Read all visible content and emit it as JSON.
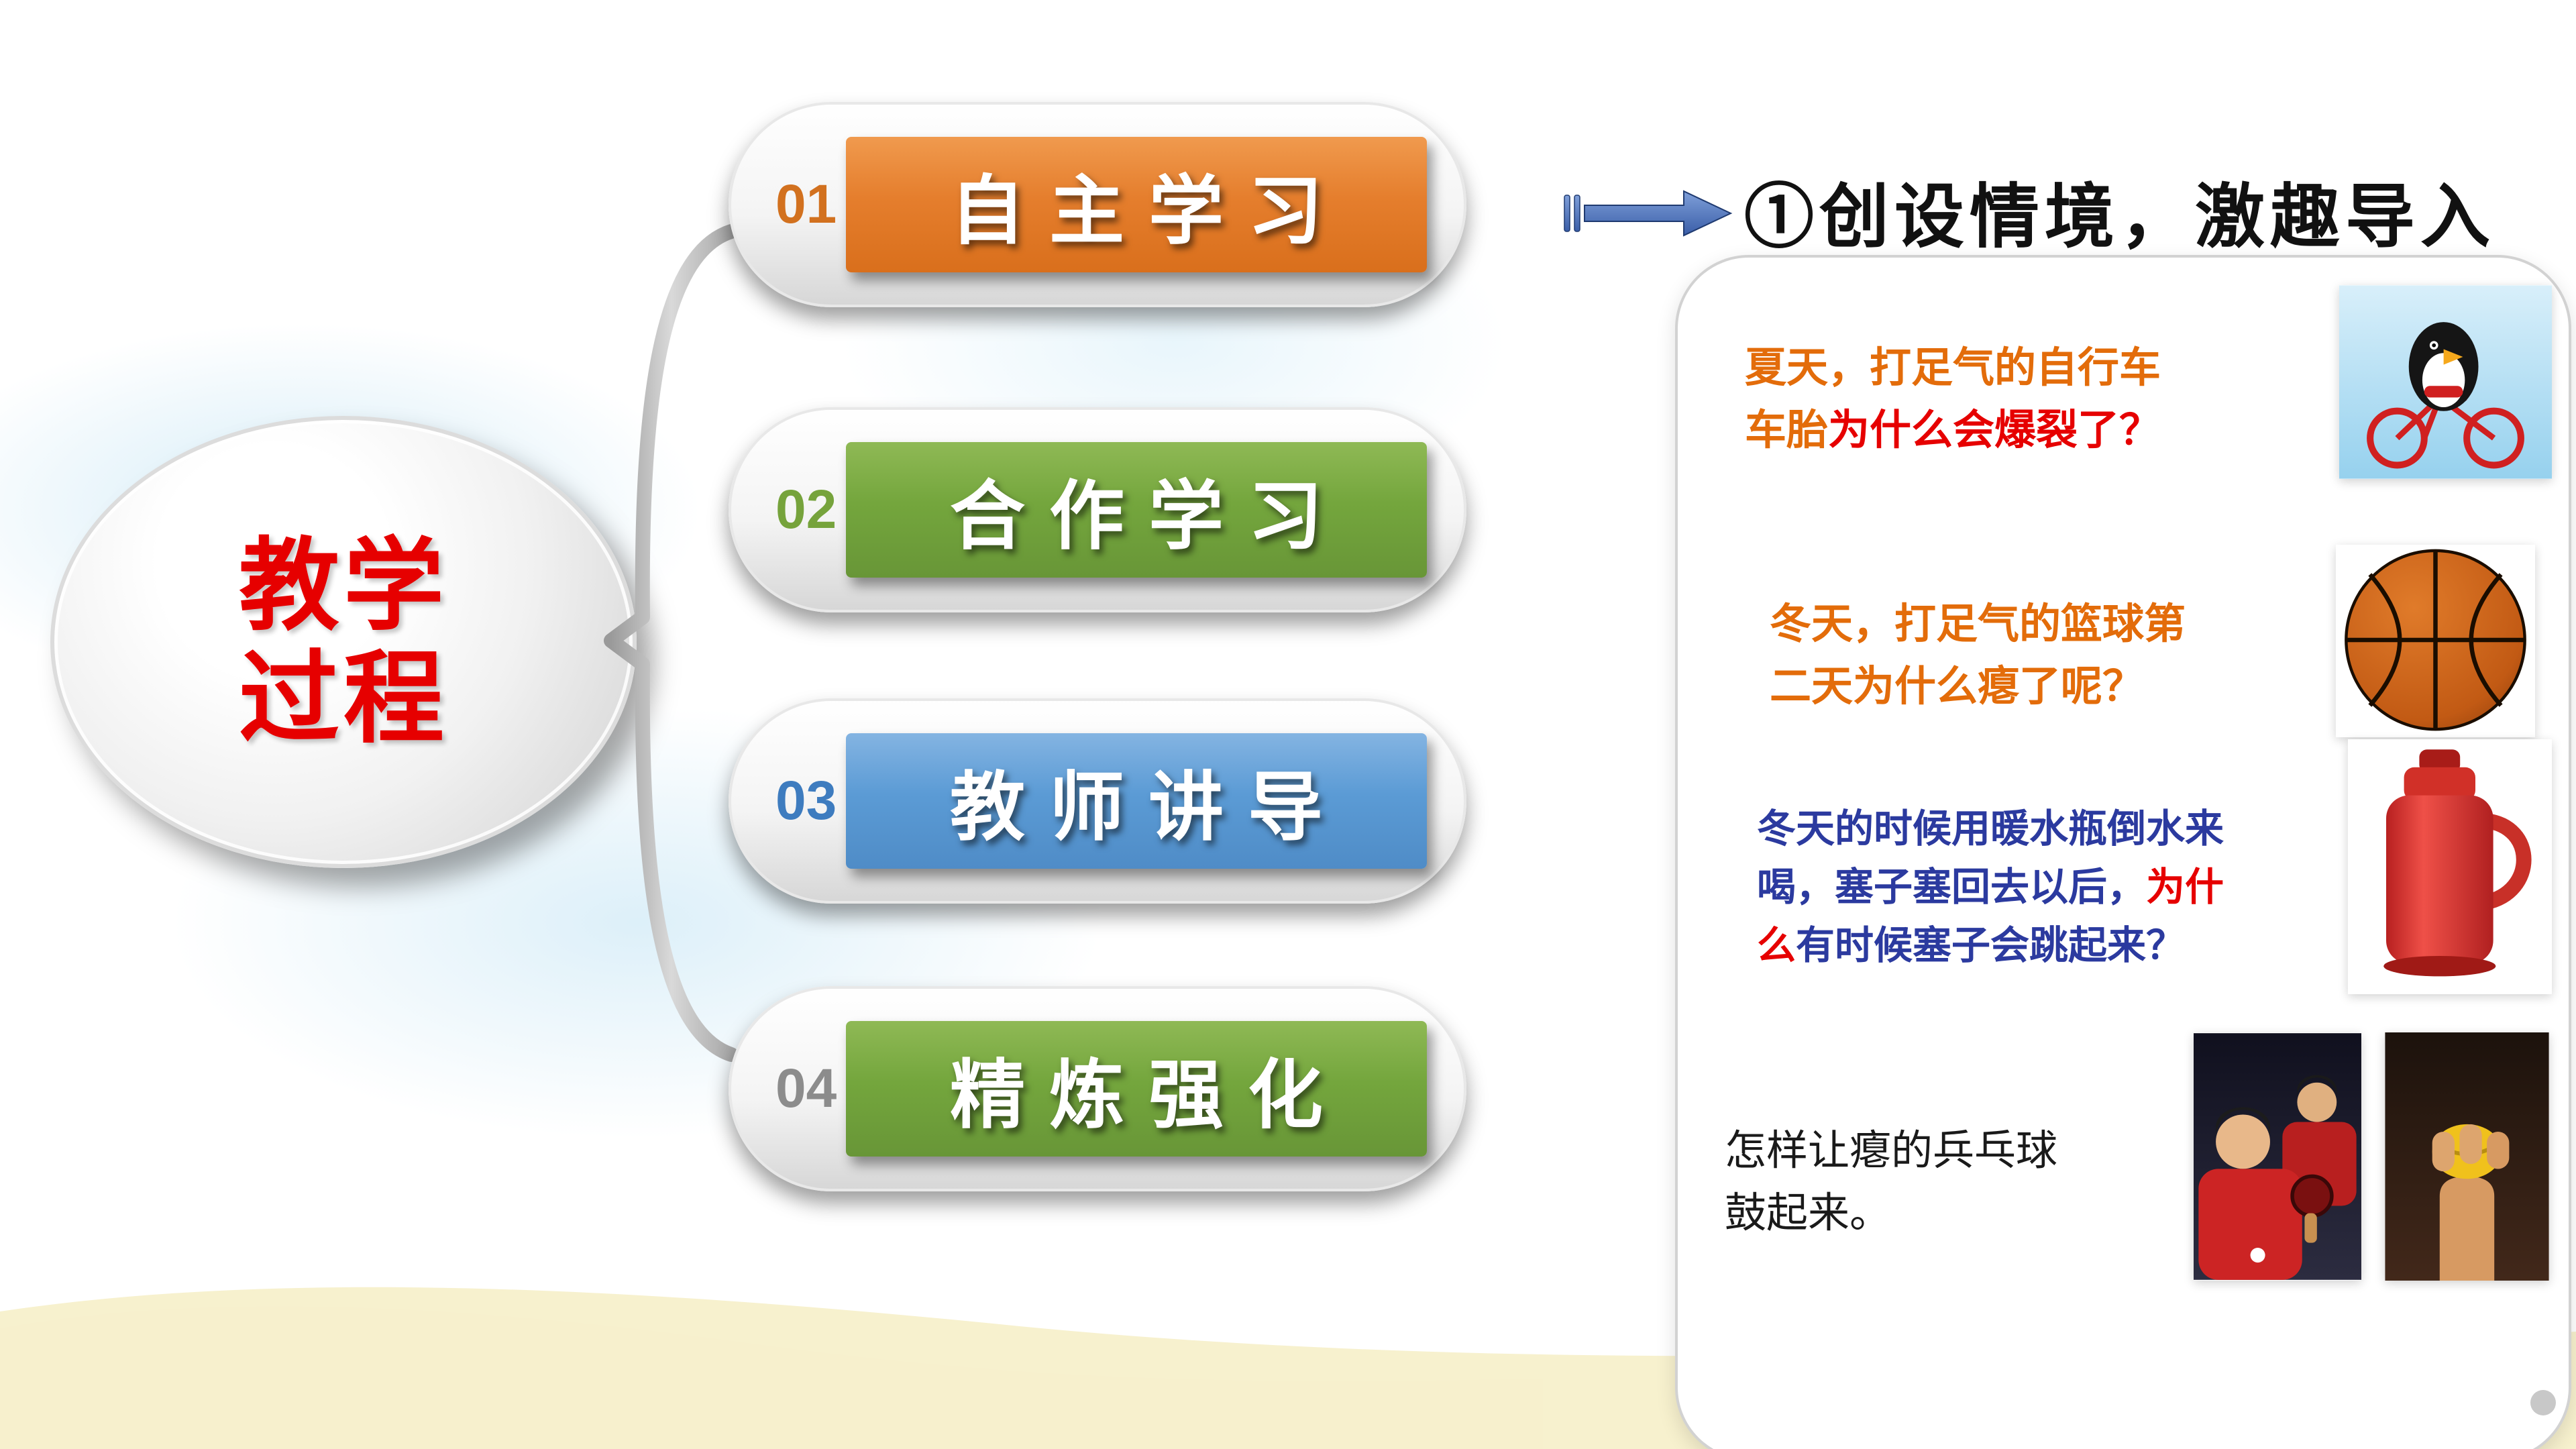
{
  "ellipse": {
    "line1": "教学",
    "line2": "过程"
  },
  "steps": [
    {
      "num": "01",
      "label": "自主学习"
    },
    {
      "num": "02",
      "label": "合作学习"
    },
    {
      "num": "03",
      "label": "教师讲导"
    },
    {
      "num": "04",
      "label": "精炼强化"
    }
  ],
  "heading": {
    "title": "①创设情境，激趣导入"
  },
  "panel": {
    "q1": {
      "l1": "夏天，打足气的自行车",
      "l2a": "车胎",
      "l2b": "为什么会爆裂了？"
    },
    "q2": {
      "l1": "冬天，打足气的篮球第",
      "l2": "二天为什么瘪了呢？"
    },
    "q3": {
      "l1": "冬天的时候用暖水瓶倒水来",
      "l2a": "喝，塞子塞回去以后，",
      "l2b": "为什",
      "l3a": "么",
      "l3b": "有时候塞子会跳起来？"
    },
    "q4": {
      "l1": "怎样让瘪的兵乓球",
      "l2": "鼓起来。"
    }
  },
  "images": {
    "q1": "penguin-riding-bicycle",
    "q2": "basketball",
    "q3": "red-thermos-flask",
    "q4a": "table-tennis-players",
    "q4b": "hand-squeezing-ball"
  },
  "colors": {
    "step_orange": "#E57E2D",
    "step_green": "#74A63D",
    "step_blue": "#5B9BD5",
    "ellipse_red": "#E60000",
    "question_orange": "#E36C0A",
    "question_blue": "#2B3A9F",
    "highlight_red": "#E60000",
    "arrow_blue": "#4472C4"
  }
}
